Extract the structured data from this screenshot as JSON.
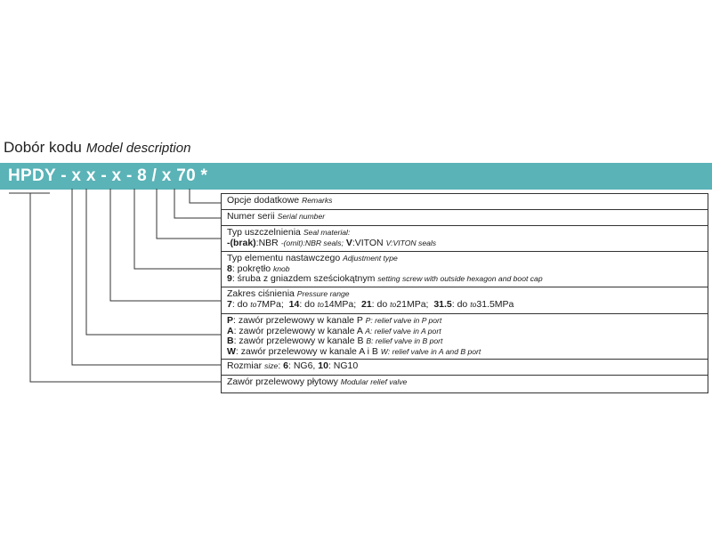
{
  "heading": {
    "main": "Dobór kodu",
    "italic": "Model description"
  },
  "code": "HPDY - x x - x - 8 / x 70 *",
  "colors": {
    "banner": "#5ab3b7",
    "line": "#333333",
    "banner_text": "#ffffff"
  },
  "boxes": [
    {
      "label": "Opcje dodatkowe",
      "label_en": "Remarks"
    },
    {
      "label": "Numer serii",
      "label_en": "Serial number"
    },
    {
      "label": "Typ uszczelnienia",
      "label_en": "Seal material:",
      "opt1_code": "-(brak)",
      "opt1_text": ":NBR ",
      "opt1_en": "-(omit):NBR seals;",
      "opt2_code": "V",
      "opt2_text": ":VITON ",
      "opt2_en": "V:VITON seals"
    },
    {
      "label": "Typ elementu nastawczego",
      "label_en": "Adjustment type",
      "opt1_code": "8",
      "opt1_text": ": pokrętło ",
      "opt1_en": "knob",
      "opt2_code": "9",
      "opt2_text": ": śruba z gniazdem sześciokątnym ",
      "opt2_en": "setting screw with outside hexagon and boot cap"
    },
    {
      "label": "Zakres ciśnienia",
      "label_en": "Pressure range",
      "ranges": [
        {
          "code": "7",
          "pre": ":  do ",
          "to": "to",
          "value": "7MPa;"
        },
        {
          "code": "14",
          "pre": ": do ",
          "to": "to",
          "value": "14MPa;"
        },
        {
          "code": "21",
          "pre": ": do ",
          "to": "to",
          "value": "21MPa;"
        },
        {
          "code": "31.5",
          "pre": ": do ",
          "to": "to",
          "value": "31.5MPa"
        }
      ]
    },
    {
      "ports": [
        {
          "code": "P",
          "text": ": zawór przelewowy w kanale P ",
          "en": "P: relief valve in P port"
        },
        {
          "code": "A",
          "text": ": zawór przelewowy w kanale A ",
          "en": "A: relief valve in A port"
        },
        {
          "code": "B",
          "text": ": zawór przelewowy w kanale B ",
          "en": "B: relief valve in B port"
        },
        {
          "code": "W",
          "text": ": zawór przelewowy w kanale A i B ",
          "en": "W: relief valve in A and B port"
        }
      ]
    },
    {
      "label": "Rozmiar ",
      "label_en": "size",
      "opt1_code": "6",
      "opt1_text": ": NG6, ",
      "opt2_code": "10",
      "opt2_text": ": NG10"
    },
    {
      "label": "Zawór przelewowy płytowy ",
      "label_en": "Modular relief valve"
    }
  ]
}
